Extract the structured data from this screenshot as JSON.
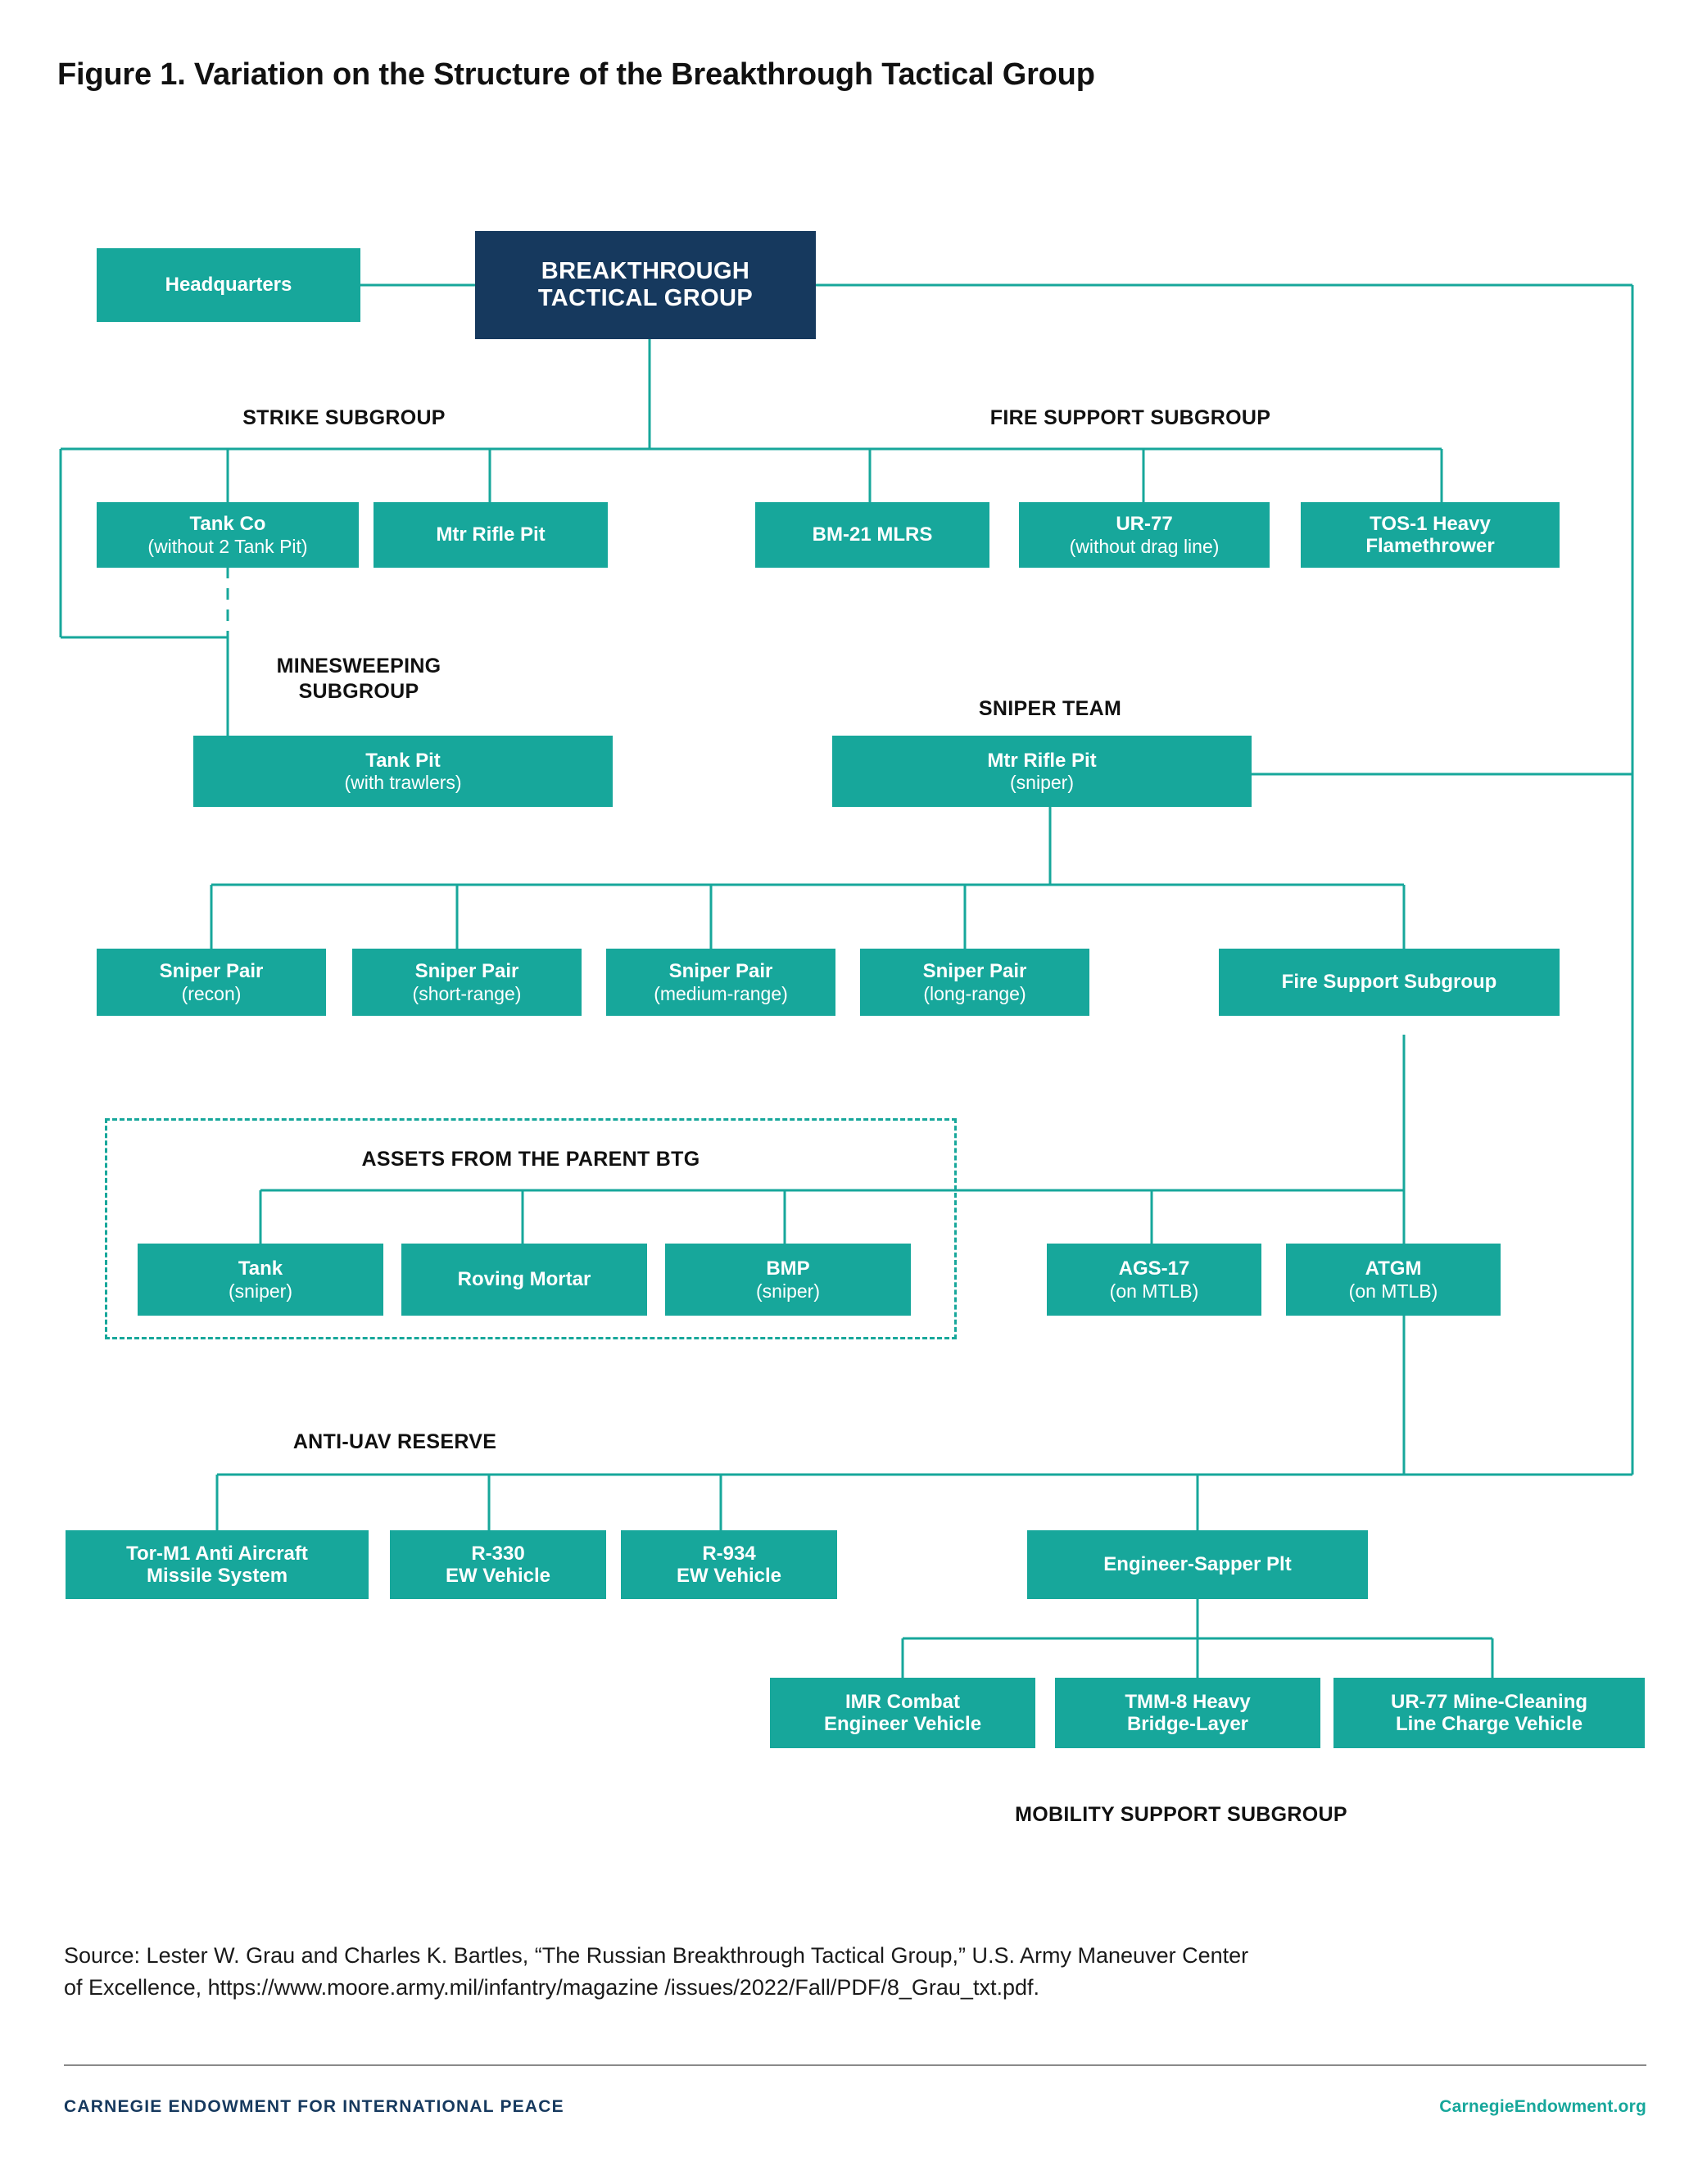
{
  "figure": {
    "title": "Figure 1. Variation on the Structure of the Breakthrough Tactical Group"
  },
  "colors": {
    "node_teal": "#17A79B",
    "node_navy": "#16395E",
    "connector": "#17A79B",
    "text_dark": "#111111",
    "brand_navy": "#16395E"
  },
  "captions": {
    "strike_subgroup": "STRIKE SUBGROUP",
    "fire_support_subgroup": "FIRE SUPPORT SUBGROUP",
    "minesweeping_subgroup": "MINESWEEPING\nSUBGROUP",
    "minesweeping_line1": "MINESWEEPING",
    "minesweeping_line2": "SUBGROUP",
    "sniper_team": "SNIPER TEAM",
    "assets_parent_btg": "ASSETS FROM THE PARENT BTG",
    "anti_uav_reserve": "ANTI-UAV RESERVE",
    "mobility_support_subgroup": "MOBILITY SUPPORT SUBGROUP"
  },
  "nodes": {
    "headquarters": {
      "line1": "Headquarters",
      "line2": ""
    },
    "btg": {
      "line1": "BREAKTHROUGH",
      "line2": "TACTICAL GROUP"
    },
    "tank_co": {
      "line1": "Tank Co",
      "line2": "(without 2 Tank Pit)"
    },
    "mtr_rifle_pit": {
      "line1": "Mtr Rifle Pit",
      "line2": ""
    },
    "bm21": {
      "line1": "BM-21 MLRS",
      "line2": ""
    },
    "ur77": {
      "line1": "UR-77",
      "line2": "(without drag line)"
    },
    "tos1": {
      "line1": "TOS-1 Heavy",
      "line2": "Flamethrower"
    },
    "tank_pit": {
      "line1": "Tank Pit",
      "line2": "(with trawlers)"
    },
    "mtr_rifle_sniper": {
      "line1": "Mtr Rifle Pit",
      "line2": "(sniper)"
    },
    "sniper_recon": {
      "line1": "Sniper Pair",
      "line2": "(recon)"
    },
    "sniper_short": {
      "line1": "Sniper Pair",
      "line2": "(short-range)"
    },
    "sniper_medium": {
      "line1": "Sniper Pair",
      "line2": "(medium-range)"
    },
    "sniper_long": {
      "line1": "Sniper Pair",
      "line2": "(long-range)"
    },
    "fire_support_sub": {
      "line1": "Fire Support Subgroup",
      "line2": ""
    },
    "tank_sniper": {
      "line1": "Tank",
      "line2": "(sniper)"
    },
    "roving_mortar": {
      "line1": "Roving Mortar",
      "line2": ""
    },
    "bmp_sniper": {
      "line1": "BMP",
      "line2": "(sniper)"
    },
    "ags17": {
      "line1": "AGS-17",
      "line2": "(on MTLB)"
    },
    "atgm": {
      "line1": "ATGM",
      "line2": "(on MTLB)"
    },
    "tor_m1": {
      "line1": "Tor-M1 Anti Aircraft",
      "line2": "Missile System"
    },
    "r330": {
      "line1": "R-330",
      "line2": "EW Vehicle"
    },
    "r934": {
      "line1": "R-934",
      "line2": "EW Vehicle"
    },
    "engineer_sapper": {
      "line1": "Engineer-Sapper Plt",
      "line2": ""
    },
    "imr": {
      "line1": "IMR Combat",
      "line2": "Engineer Vehicle"
    },
    "tmm8": {
      "line1": "TMM-8 Heavy",
      "line2": "Bridge-Layer"
    },
    "ur77_mine": {
      "line1": "UR-77 Mine-Cleaning",
      "line2": "Line Charge Vehicle"
    }
  },
  "footer": {
    "source_line1": "Source: Lester W. Grau and Charles K. Bartles, “The Russian Breakthrough Tactical Group,” U.S. Army Maneuver Center",
    "source_line2": "of Excellence, https://www.moore.army.mil/infantry/magazine /issues/2022/Fall/PDF/8_Grau_txt.pdf.",
    "organization": "CARNEGIE ENDOWMENT FOR INTERNATIONAL PEACE",
    "website": "CarnegieEndowment.org"
  },
  "chart_data": {
    "type": "diagram",
    "title": "Figure 1. Variation on the Structure of the Breakthrough Tactical Group",
    "diagram_kind": "organizational-chart",
    "root": "BREAKTHROUGH TACTICAL GROUP",
    "groups": [
      {
        "name": "STRIKE SUBGROUP",
        "members": [
          "Tank Co (without 2 Tank Pit)",
          "Mtr Rifle Pit"
        ]
      },
      {
        "name": "FIRE SUPPORT SUBGROUP",
        "members": [
          "BM-21 MLRS",
          "UR-77 (without drag line)",
          "TOS-1 Heavy Flamethrower"
        ]
      },
      {
        "name": "MINESWEEPING SUBGROUP",
        "members": [
          "Tank Pit (with trawlers)"
        ]
      },
      {
        "name": "SNIPER TEAM",
        "members": [
          "Mtr Rifle Pit (sniper)",
          "Sniper Pair (recon)",
          "Sniper Pair (short-range)",
          "Sniper Pair (medium-range)",
          "Sniper Pair (long-range)",
          "Fire Support Subgroup"
        ]
      },
      {
        "name": "ASSETS FROM THE PARENT BTG",
        "members": [
          "Tank (sniper)",
          "Roving Mortar",
          "BMP (sniper)"
        ]
      },
      {
        "name": "FIRE SUPPORT SUBGROUP (sniper team)",
        "members": [
          "AGS-17 (on MTLB)",
          "ATGM (on MTLB)"
        ]
      },
      {
        "name": "ANTI-UAV RESERVE",
        "members": [
          "Tor-M1 Anti Aircraft Missile System",
          "R-330 EW Vehicle",
          "R-934 EW Vehicle"
        ]
      },
      {
        "name": "MOBILITY SUPPORT SUBGROUP",
        "members": [
          "Engineer-Sapper Plt",
          "IMR Combat Engineer Vehicle",
          "TMM-8 Heavy Bridge-Layer",
          "UR-77 Mine-Cleaning Line Charge Vehicle"
        ]
      }
    ],
    "standalone": [
      "Headquarters"
    ]
  }
}
